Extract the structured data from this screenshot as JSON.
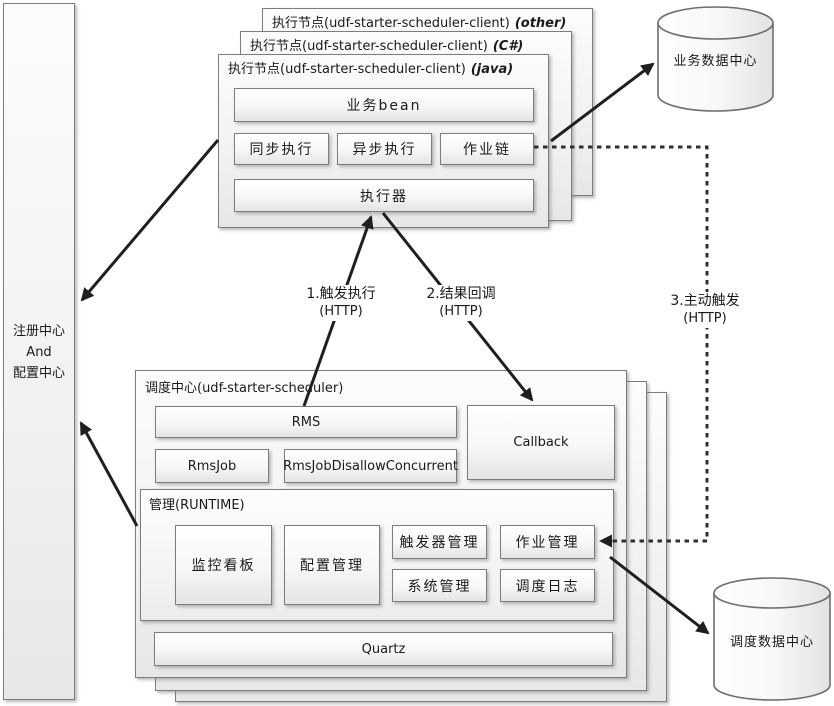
{
  "registry": {
    "line1": "注册中心",
    "line2": "And",
    "line3": "配置中心"
  },
  "exec": {
    "layers": [
      {
        "title": "执行节点(udf-starter-scheduler-client)",
        "variant": "(other)"
      },
      {
        "title": "执行节点(udf-starter-scheduler-client)",
        "variant": "(C#)"
      },
      {
        "title": "执行节点(udf-starter-scheduler-client)",
        "variant": "(java)"
      }
    ],
    "business_bean": "业务bean",
    "sync": "同步执行",
    "async": "异步执行",
    "chain": "作业链",
    "executor": "执行器"
  },
  "sched": {
    "title": "调度中心(udf-starter-scheduler)",
    "rms": "RMS",
    "callback": "Callback",
    "rmsjob": "RmsJob",
    "rmsjob_disallow": "RmsJobDisallowConcurrent",
    "runtime_label": "管理(RUNTIME)",
    "monitor": "监控看板",
    "config": "配置管理",
    "trigger": "触发器管理",
    "job": "作业管理",
    "system": "系统管理",
    "log": "调度日志",
    "quartz": "Quartz"
  },
  "db": {
    "business": "业务数据中心",
    "schedule": "调度数据中心"
  },
  "flows": {
    "f1a": "1.触发执行",
    "f1b": "(HTTP)",
    "f2a": "2.结果回调",
    "f2b": "(HTTP)",
    "f3a": "3.主动触发",
    "f3b": "(HTTP)"
  },
  "colors": {
    "border": "#7d7d7d",
    "arrow": "#1f1f1f",
    "background": "#ffffff"
  }
}
